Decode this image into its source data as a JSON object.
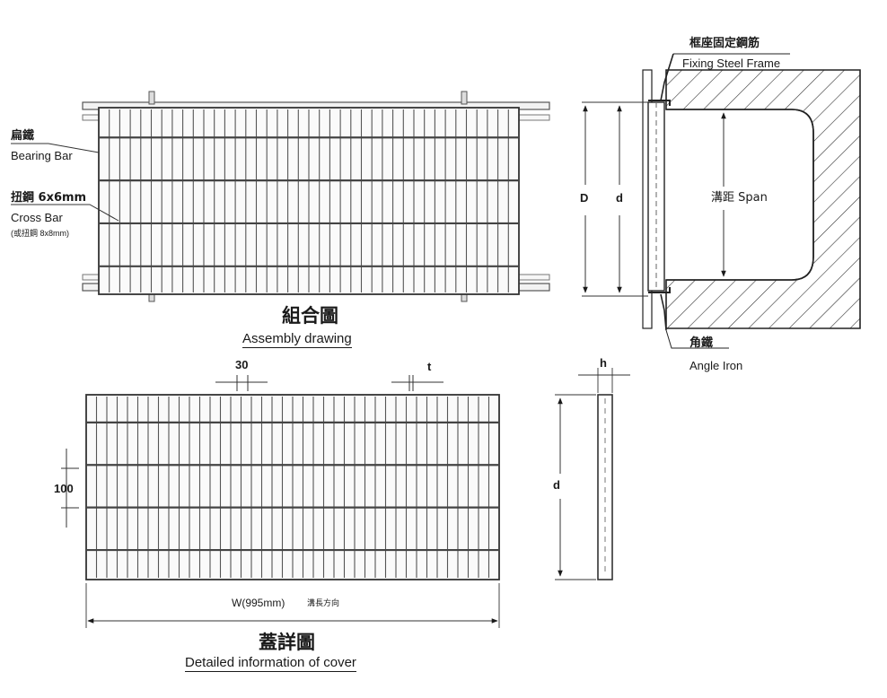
{
  "assembly": {
    "bearing_bar_cn": "扁鐵",
    "bearing_bar_en": "Bearing Bar",
    "cross_bar_cn": "扭鋼 6x6mm",
    "cross_bar_en": "Cross Bar",
    "cross_bar_note": "(或扭鋼 8x8mm)",
    "title_cn": "組合圖",
    "title_en": "Assembly drawing"
  },
  "section": {
    "frame_cn": "框座固定鋼筋",
    "frame_en": "Fixing Steel Frame",
    "span_label": "溝距 Span",
    "dim_D": "D",
    "dim_d": "d",
    "angle_cn": "角鐵",
    "angle_en": "Angle Iron"
  },
  "cover": {
    "dim_30": "30",
    "dim_t": "t",
    "dim_100": "100",
    "width_label": "W(995mm)",
    "width_note": "溝長方向",
    "title_cn": "蓋詳圖",
    "title_en": "Detailed information of cover"
  },
  "side": {
    "dim_h": "h",
    "dim_d": "d"
  }
}
